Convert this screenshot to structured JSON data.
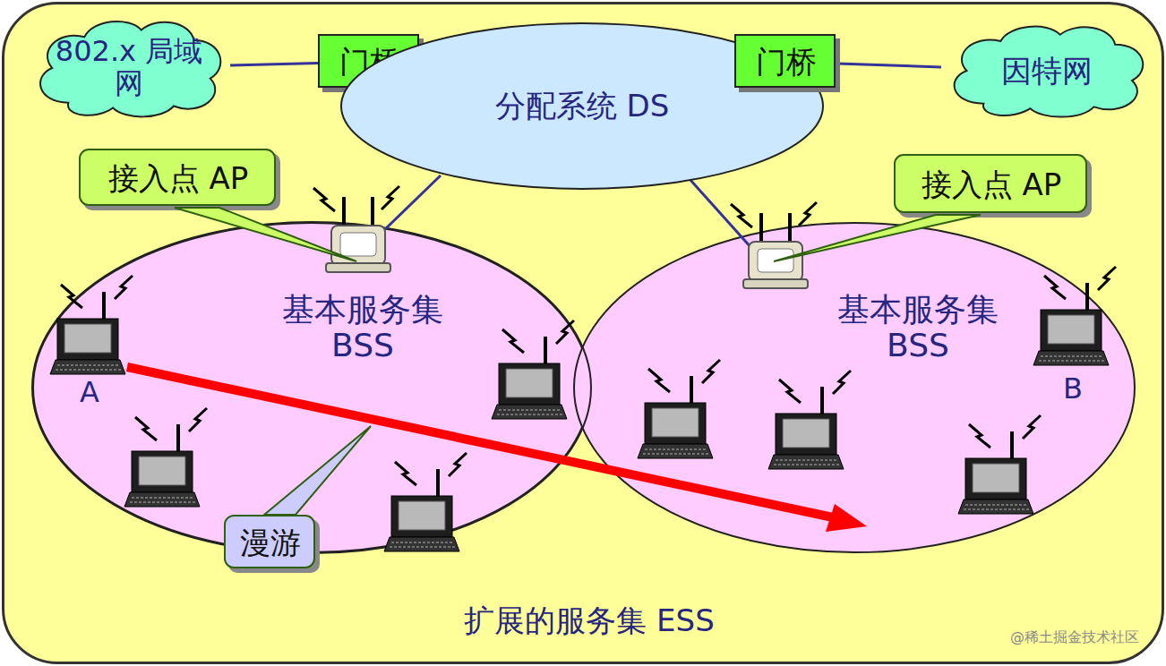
{
  "diagram": {
    "nodes": [
      {
        "text": [
          "扩展的服务集 ESS"
        ]
      },
      {
        "text": [
          "802.x 局域网"
        ],
        "in": 0
      },
      {
        "text": [
          "门桥"
        ],
        "in": 0
      },
      {
        "text": [
          "分配系统 DS"
        ],
        "in": 0
      },
      {
        "text": [
          "门桥"
        ],
        "in": 0
      },
      {
        "text": [
          "因特网"
        ],
        "in": 0
      },
      {
        "text": [
          "接入点 AP"
        ],
        "in": 0
      },
      {
        "text": [
          "接入点 AP"
        ],
        "in": 0
      },
      {
        "text": [
          "基本服务集 BSS"
        ],
        "in": 0
      },
      {
        "text": [
          "基本服务集 BSS"
        ],
        "in": 0
      },
      {
        "text": [
          "漫游"
        ],
        "in": 0
      }
    ],
    "edges": [
      {
        "from": 1,
        "to": 2,
        "arrow": "none"
      },
      {
        "from": 2,
        "to": 3,
        "arrow": "none"
      },
      {
        "from": 3,
        "to": 4,
        "arrow": "none"
      },
      {
        "from": 4,
        "to": 5,
        "arrow": "none"
      }
    ],
    "labels": [
      "A",
      "B",
      "@稀土掘金技术社区"
    ]
  }
}
